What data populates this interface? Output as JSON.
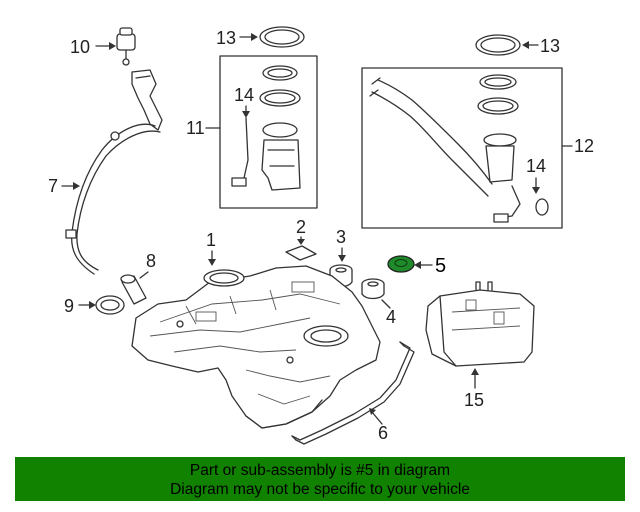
{
  "colors": {
    "banner_bg": "#118200",
    "highlight": "#1e8a2a",
    "line": "#333333"
  },
  "labels": {
    "p1": "1",
    "p2": "2",
    "p3": "3",
    "p4": "4",
    "p5": "5",
    "p6": "6",
    "p7": "7",
    "p8": "8",
    "p9": "9",
    "p10": "10",
    "p11": "11",
    "p12": "12",
    "p13a": "13",
    "p13b": "13",
    "p14a": "14",
    "p14b": "14",
    "p15": "15"
  },
  "banner": {
    "line1": "Part or sub-assembly is #5 in diagram",
    "line2": "Diagram may not be specific to your vehicle"
  }
}
